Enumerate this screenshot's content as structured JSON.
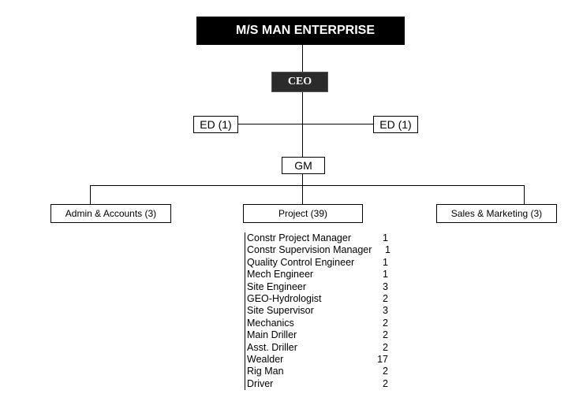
{
  "company": {
    "name": "M/S MAN ENTERPRISE"
  },
  "ceo": {
    "label": "CEO"
  },
  "executive_directors": [
    {
      "label": "ED (1)"
    },
    {
      "label": "ED (1)"
    }
  ],
  "general_manager": {
    "label": "GM"
  },
  "departments": [
    {
      "label": "Admin & Accounts (3)"
    },
    {
      "label": "Project (39)"
    },
    {
      "label": "Sales & Marketing (3)"
    }
  ],
  "project_staff": [
    {
      "role": "Constr Project Manager",
      "count": "1"
    },
    {
      "role": "Constr Supervision Manager",
      "count": "1"
    },
    {
      "role": "Quality Control Engineer",
      "count": "1"
    },
    {
      "role": "Mech Engineer",
      "count": "1"
    },
    {
      "role": "Site Engineer",
      "count": "3"
    },
    {
      "role": "GEO-Hydrologist",
      "count": "2"
    },
    {
      "role": "Site Supervisor",
      "count": "3"
    },
    {
      "role": "Mechanics",
      "count": "2"
    },
    {
      "role": "Main Driller",
      "count": "2"
    },
    {
      "role": "Asst. Driller",
      "count": "2"
    },
    {
      "role": "Wealder",
      "count": "17"
    },
    {
      "role": "Rig Man",
      "count": "2"
    },
    {
      "role": "Driver",
      "count": "2"
    }
  ]
}
